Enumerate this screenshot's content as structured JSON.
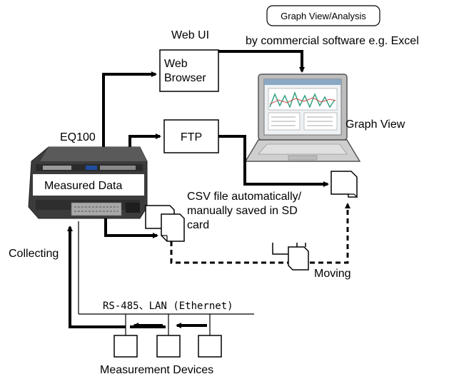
{
  "labels": {
    "graph_view_analysis": "Graph View/Analysis",
    "commercial_software": "by commercial software e.g. Excel",
    "web_ui": "Web UI",
    "web_browser_line1": "Web",
    "web_browser_line2": "Browser",
    "graph_view": "Graph View",
    "eq100": "EQ100",
    "ftp": "FTP",
    "measured_data": "Measured Data",
    "csv_line1": "CSV file automatically/",
    "csv_line2": "manually saved in SD",
    "csv_line3": "card",
    "collecting": "Collecting",
    "moving": "Moving",
    "bus": "RS-485、LAN (Ethernet)",
    "measurement_devices": "Measurement Devices"
  },
  "icons": {
    "laptop": "laptop-icon",
    "device": "eq100-device-icon",
    "document": "document-icon",
    "sd_card": "sd-card-icon"
  },
  "colors": {
    "line": "#000000",
    "device_body": "#3c3c3c",
    "screen_bg": "#e9eef2"
  }
}
